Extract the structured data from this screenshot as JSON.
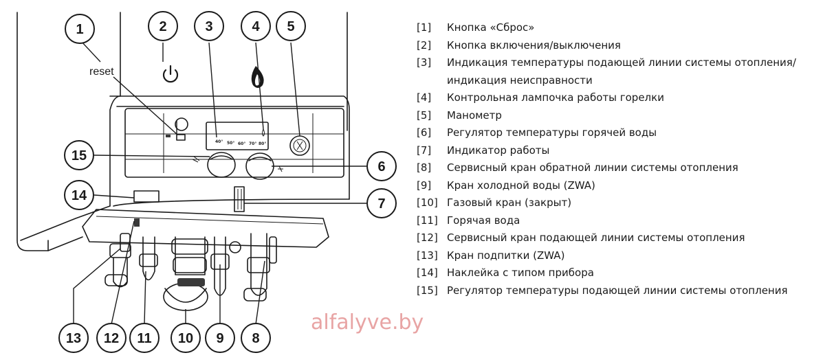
{
  "diagram": {
    "reset_label": "reset",
    "temperature_ticks": [
      "40°",
      "50°",
      "60°",
      "70°",
      "80°"
    ],
    "callouts": [
      "1",
      "2",
      "3",
      "4",
      "5",
      "6",
      "7",
      "8",
      "9",
      "10",
      "11",
      "12",
      "13",
      "14",
      "15"
    ]
  },
  "legend": [
    {
      "num": "[1]",
      "text": "Кнопка «Сброс»"
    },
    {
      "num": "[2]",
      "text": "Кнопка включения/выключения"
    },
    {
      "num": "[3]",
      "text": "Индикация температуры подающей линии системы отопления/ индикация неисправности"
    },
    {
      "num": "[4]",
      "text": "Контрольная лампочка работы горелки"
    },
    {
      "num": "[5]",
      "text": "Манометр"
    },
    {
      "num": "[6]",
      "text": "Регулятор температуры горячей воды"
    },
    {
      "num": "[7]",
      "text": "Индикатор работы"
    },
    {
      "num": "[8]",
      "text": "Сервисный кран обратной линии системы отопления"
    },
    {
      "num": "[9]",
      "text": "Кран холодной воды (ZWA)"
    },
    {
      "num": "[10]",
      "text": "Газовый кран (закрыт)"
    },
    {
      "num": "[11]",
      "text": "Горячая вода"
    },
    {
      "num": "[12]",
      "text": "Сервисный кран подающей линии системы отопления"
    },
    {
      "num": "[13]",
      "text": "Кран подпитки (ZWA)"
    },
    {
      "num": "[14]",
      "text": "Наклейка с типом прибора"
    },
    {
      "num": "[15]",
      "text": "Регулятор температуры подающей линии системы отопления"
    }
  ],
  "watermark": "alfalyve.by",
  "colors": {
    "ink": "#1a1a1a",
    "watermark": "#e8a4a4"
  }
}
